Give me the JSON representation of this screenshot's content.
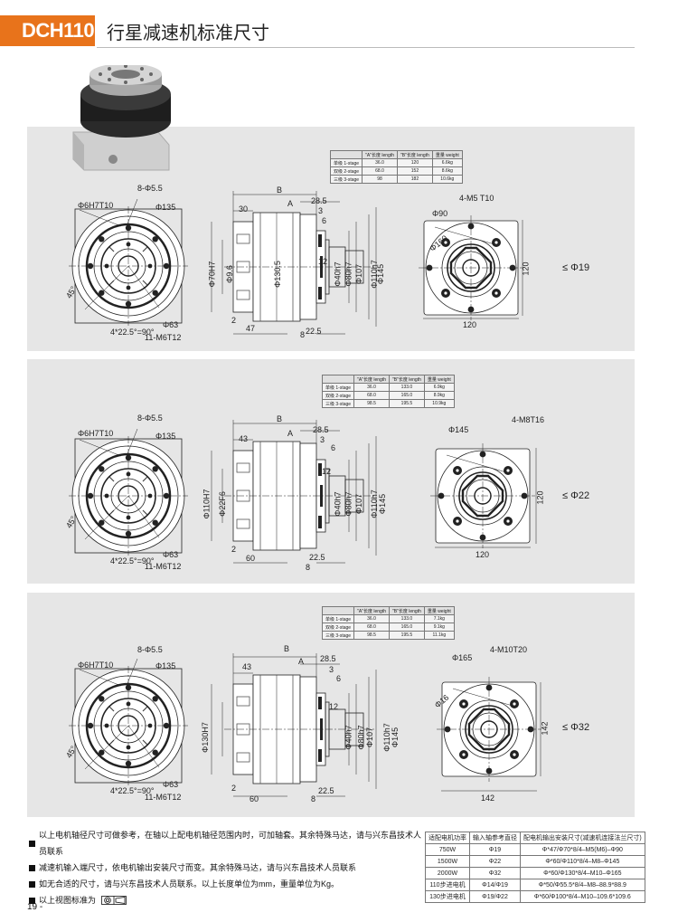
{
  "header": {
    "code": "DCH110",
    "title": "行星减速机标准尺寸"
  },
  "spec_headers": [
    "",
    "\"A\"长度 length",
    "\"B\"长度 length",
    "重量 weight"
  ],
  "sections": [
    {
      "stages": [
        {
          "stage": "单级 1-stage",
          "a": "36.0",
          "b": "120",
          "w": "6.6kg"
        },
        {
          "stage": "双级 2-stage",
          "a": "68.0",
          "b": "152",
          "w": "8.6kg"
        },
        {
          "stage": "三级 3-stage",
          "a": "98",
          "b": "182",
          "w": "10.6kg"
        }
      ],
      "front": {
        "hole": "8-Φ5.5",
        "pcd": "Φ135",
        "bore": "Φ6H7T10",
        "tap": "11-M6T12",
        "pitch": "Φ63",
        "angle": "4*22.5°=90°",
        "deg": "45°"
      },
      "side": {
        "b": "B",
        "a": "A",
        "f1": "28.5",
        "f2": "30",
        "f3": "3",
        "f4": "6",
        "f5": "12",
        "f6": "2",
        "f7": "8",
        "f8": "22.5",
        "f9": "47",
        "d1": "Φ70H7",
        "d2": "Φ9.6",
        "d3": "Φ130.5",
        "d4": "Φ40h7",
        "d5": "Φ80h7",
        "d6": "Φ107",
        "d7": "Φ110h7",
        "d8": "Φ145"
      },
      "rear": {
        "holes": "4-M5 T10",
        "pcd": "Φ90",
        "small": "Φ160",
        "w": "120",
        "h": "120"
      },
      "shaft": "≤ Φ19"
    },
    {
      "stages": [
        {
          "stage": "单级 1-stage",
          "a": "36.0",
          "b": "133.0",
          "w": "6.9kg"
        },
        {
          "stage": "双级 2-stage",
          "a": "68.0",
          "b": "165.0",
          "w": "8.9kg"
        },
        {
          "stage": "三级 3-stage",
          "a": "98.5",
          "b": "195.5",
          "w": "10.9kg"
        }
      ],
      "front": {
        "hole": "8-Φ5.5",
        "pcd": "Φ135",
        "bore": "Φ6H7T10",
        "tap": "11-M6T12",
        "pitch": "Φ63",
        "angle": "4*22.5°=90°",
        "deg": "45°"
      },
      "side": {
        "b": "B",
        "a": "A",
        "f1": "28.5",
        "f2": "43",
        "f3": "3",
        "f4": "6",
        "f5": "12",
        "f6": "2",
        "f7": "8",
        "f8": "22.5",
        "f9": "60",
        "d1": "Φ110H7",
        "d2": "Φ22F6",
        "d3": "",
        "d4": "Φ40h7",
        "d5": "Φ80h7",
        "d6": "Φ107",
        "d7": "Φ110h7",
        "d8": "Φ145"
      },
      "rear": {
        "holes": "4-M8T16",
        "pcd": "Φ145",
        "small": "",
        "w": "120",
        "h": "120"
      },
      "shaft": "≤ Φ22"
    },
    {
      "stages": [
        {
          "stage": "单级 1-stage",
          "a": "36.0",
          "b": "133.0",
          "w": "7.1kg"
        },
        {
          "stage": "双级 2-stage",
          "a": "68.0",
          "b": "165.0",
          "w": "9.1kg"
        },
        {
          "stage": "三级 3-stage",
          "a": "98.5",
          "b": "195.5",
          "w": "11.1kg"
        }
      ],
      "front": {
        "hole": "8-Φ5.5",
        "pcd": "Φ135",
        "bore": "Φ6H7T10",
        "tap": "11-M6T12",
        "pitch": "Φ63",
        "angle": "4*22.5°=90°",
        "deg": "45°"
      },
      "side": {
        "b": "B",
        "a": "A",
        "f1": "28.5",
        "f2": "43",
        "f3": "3",
        "f4": "6",
        "f5": "12",
        "f6": "2",
        "f7": "8",
        "f8": "22.5",
        "f9": "60",
        "d1": "Φ130H7",
        "d2": "",
        "d3": "",
        "d4": "Φ40h7",
        "d5": "Φ80h7",
        "d6": "Φ107",
        "d7": "Φ110h7",
        "d8": "Φ145"
      },
      "rear": {
        "holes": "4-M10T20",
        "pcd": "Φ165",
        "small": "Φ16",
        "w": "142",
        "h": "142"
      },
      "shaft": "≤ Φ32"
    }
  ],
  "notes": [
    "以上电机轴径尺寸可做参考，在轴以上配电机轴径范围内时，可加轴套。其余特殊马达，请与兴东昌技术人员联系",
    "减速机输入端尺寸，依电机输出安装尺寸而变。其余特殊马达，请与兴东昌技术人员联系",
    "如无合适的尺寸，请与兴东昌技术人员联系。以上长度单位为mm，重量单位为Kg。",
    "以上视图标准为"
  ],
  "motor_table": {
    "headers": [
      "适配电机功率",
      "输入轴参考直径",
      "配电机输出安装尺寸(减速机连接法兰尺寸)"
    ],
    "rows": [
      [
        "750W",
        "Φ19",
        "Φ*47/Φ70*8/4–M5(M6)–Φ90"
      ],
      [
        "1500W",
        "Φ22",
        "Φ*60/Φ110*8/4–M8–Φ145"
      ],
      [
        "2000W",
        "Φ32",
        "Φ*60/Φ130*8/4–M10–Φ165"
      ],
      [
        "110步进电机",
        "Φ14/Φ19",
        "Φ*50/Φ55.5*8/4–M8–88.9*88.9"
      ],
      [
        "130步进电机",
        "Φ19/Φ22",
        "Φ*60/Φ100*8/4–M10–109.6*109.6"
      ]
    ]
  },
  "page_number": "19  -"
}
